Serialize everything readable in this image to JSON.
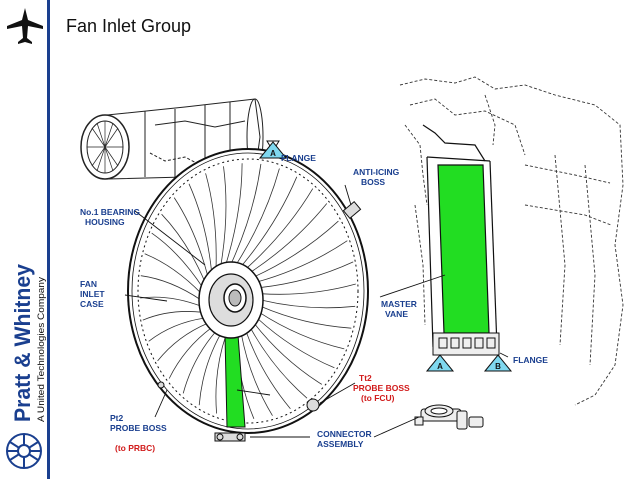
{
  "slide": {
    "title": "Fan Inlet Group"
  },
  "brand": {
    "name": "Pratt & Whitney",
    "tagline": "A United Technologies Company",
    "primary_color": "#1a3f8f"
  },
  "diagram": {
    "labels": {
      "flange_top": "FLANGE",
      "marker_a_top": "A",
      "anti_icing_1": "ANTI-ICING",
      "anti_icing_2": "BOSS",
      "bearing_1": "No.1 BEARING",
      "bearing_2": "HOUSING",
      "fan_1": "FAN",
      "fan_2": "INLET",
      "fan_3": "CASE",
      "master_1": "MASTER",
      "master_2": "VANE",
      "marker_a_bottom": "A",
      "marker_b_bottom": "B",
      "flange_bottom": "FLANGE",
      "tt2_1": "Tt2",
      "tt2_2": "PROBE BOSS",
      "tt2_3": "(to FCU)",
      "pt2_1": "Pt2",
      "pt2_2": "PROBE BOSS",
      "pt2_3": "(to PRBC)",
      "connector_1": "CONNECTOR",
      "connector_2": "ASSEMBLY"
    },
    "colors": {
      "highlight": "#22dd22",
      "label": "#1a3f8f",
      "label_red": "#d11b1b",
      "marker_fill": "#7fd8ef",
      "line": "#111111"
    }
  }
}
